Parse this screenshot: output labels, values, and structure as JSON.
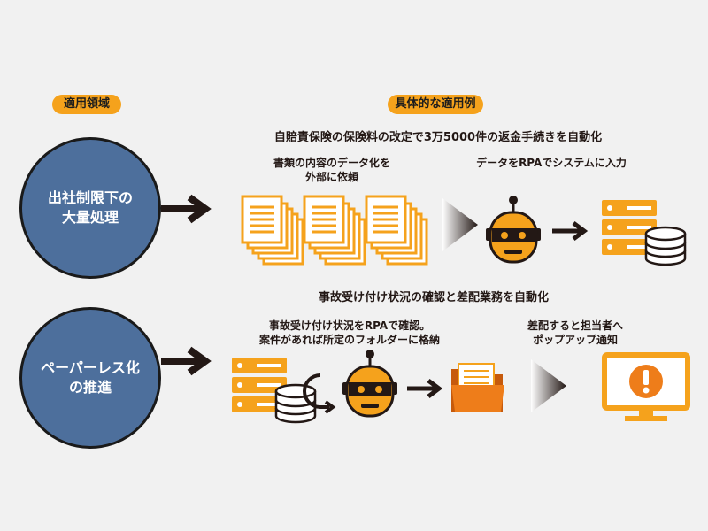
{
  "labels": {
    "area": "適用領域",
    "examples": "具体的な適用例"
  },
  "row1": {
    "area_line1": "出社制限下の",
    "area_line2": "大量処理",
    "heading": "自賠責保険の保険料の改定で3万5000件の返金手続きを自動化",
    "step1_line1": "書類の内容のデータ化を",
    "step1_line2": "外部に依頼",
    "step2": "データをRPAでシステムに入力"
  },
  "row2": {
    "area_line1": "ペーパーレス化",
    "area_line2": "の推進",
    "heading": "事故受け付け状況の確認と差配業務を自動化",
    "step1_line1": "事故受け付け状況をRPAで確認。",
    "step1_line2": "案件があれば所定のフォルダーに格納",
    "step2_line1": "差配すると担当者へ",
    "step2_line2": "ポップアップ通知"
  },
  "colors": {
    "orange": "#f5a21c",
    "circle": "#4d6f9c",
    "dark": "#231815",
    "folder": "#ee7d1a"
  }
}
